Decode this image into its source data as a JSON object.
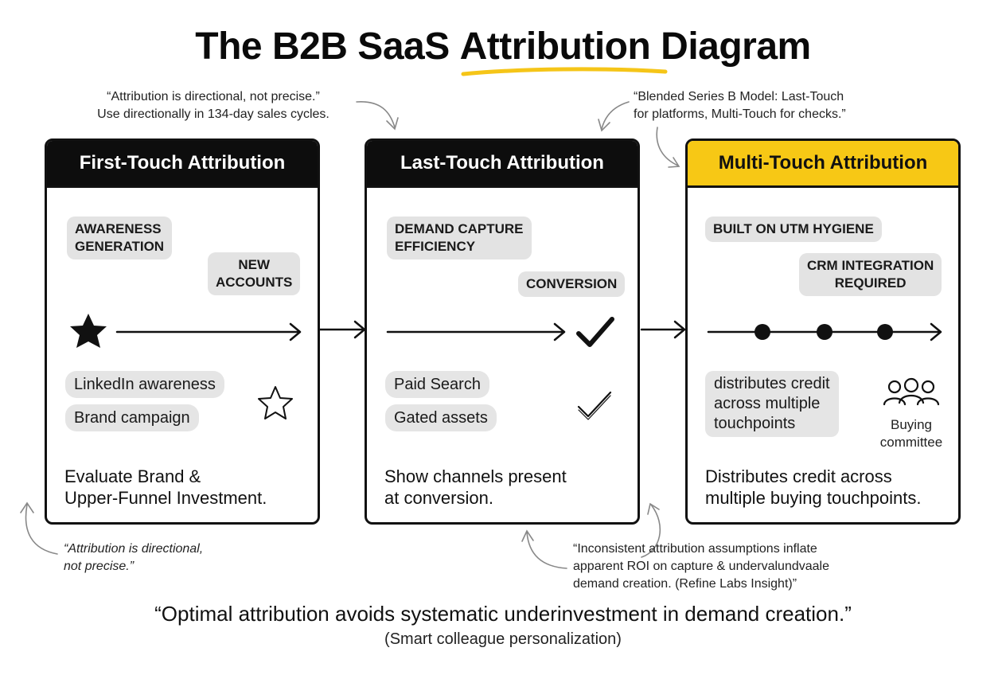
{
  "title": {
    "prefix": "The B2B SaaS ",
    "highlight": "Attribution",
    "suffix": " Diagram",
    "underline_color": "#f5c518"
  },
  "notes": {
    "top_left": [
      "“Attribution is directional, not precise.”",
      "Use directionally in 134-day sales cycles."
    ],
    "top_right": [
      "“Blended Series B Model: Last-Touch",
      "for platforms, Multi-Touch for checks.”"
    ],
    "bottom_left": [
      "“Attribution is directional,",
      "not precise.”"
    ],
    "bottom_right": [
      "“Inconsistent attribution assumptions inflate",
      "apparent ROI on capture & undervalundvaale",
      "demand creation. (Refine Labs Insight)”"
    ]
  },
  "cards": [
    {
      "header": "First-Touch Attribution",
      "header_color": "#0d0d0d",
      "tags": [
        [
          "AWARENESS",
          "GENERATION"
        ],
        [
          "NEW",
          "ACCOUNTS"
        ]
      ],
      "icon": "star-icon",
      "channels": [
        "LinkedIn awareness",
        "Brand campaign"
      ],
      "summary": [
        "Evaluate Brand &",
        "Upper-Funnel Investment."
      ]
    },
    {
      "header": "Last-Touch Attribution",
      "header_color": "#0d0d0d",
      "tags": [
        [
          "DEMAND CAPTURE",
          "EFFICIENCY"
        ],
        [
          "CONVERSION"
        ]
      ],
      "icon": "checkmark-icon",
      "channels": [
        "Paid Search",
        "Gated assets"
      ],
      "summary": [
        "Show channels present",
        "at conversion."
      ]
    },
    {
      "header": "Multi-Touch Attribution",
      "header_color": "#f7c815",
      "tags": [
        [
          "BUILT ON UTM HYGIENE"
        ],
        [
          "CRM INTEGRATION",
          "REQUIRED"
        ]
      ],
      "icon": "touchpoints-icon",
      "channels": [
        [
          "distributes credit",
          "across multiple",
          "touchpoints"
        ]
      ],
      "group_label": [
        "Buying",
        "committee"
      ],
      "summary": [
        "Distributes credit across",
        "multiple buying touchpoints."
      ]
    }
  ],
  "footer": {
    "quote": "“Optimal attribution avoids systematic underinvestment in demand creation.”",
    "attribution": "(Smart colleague personalization)"
  }
}
